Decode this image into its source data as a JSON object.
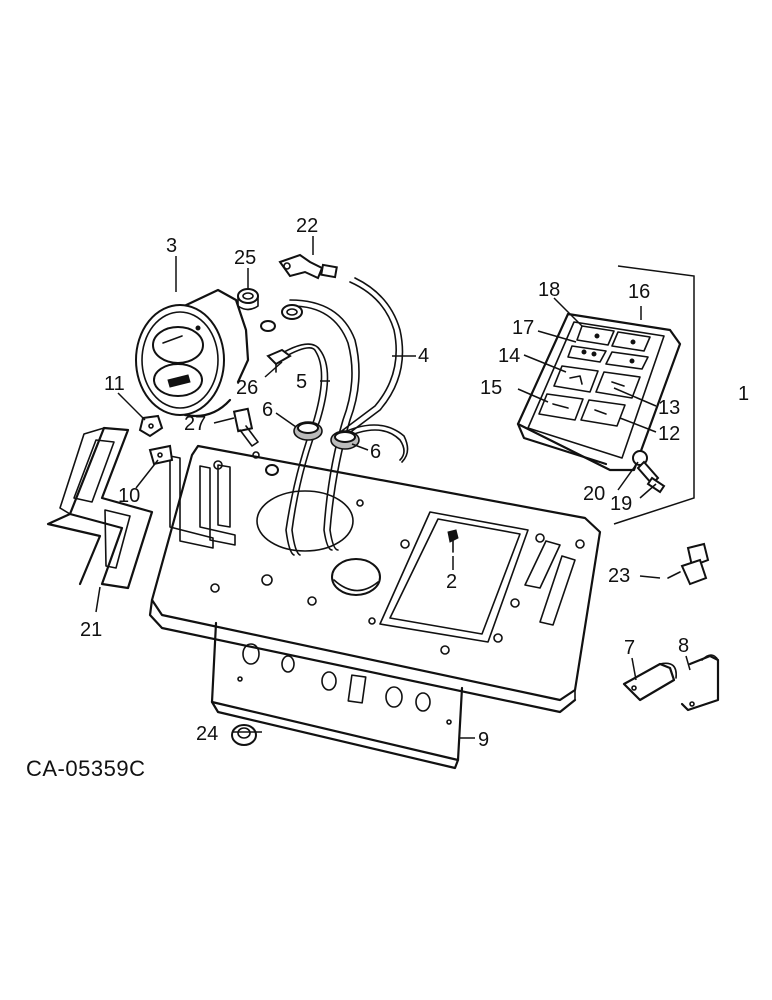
{
  "drawing_code": "CA-05359C",
  "callouts": {
    "c1": "1",
    "c2": "2",
    "c3": "3",
    "c4": "4",
    "c5": "5",
    "c6a": "6",
    "c6b": "6",
    "c7": "7",
    "c8": "8",
    "c9": "9",
    "c10": "10",
    "c11": "11",
    "c12": "12",
    "c13": "13",
    "c14": "14",
    "c15": "15",
    "c16": "16",
    "c17": "17",
    "c18": "18",
    "c19": "19",
    "c20": "20",
    "c21": "21",
    "c22": "22",
    "c23": "23",
    "c24": "24",
    "c25": "25",
    "c26": "26",
    "c27": "27"
  }
}
